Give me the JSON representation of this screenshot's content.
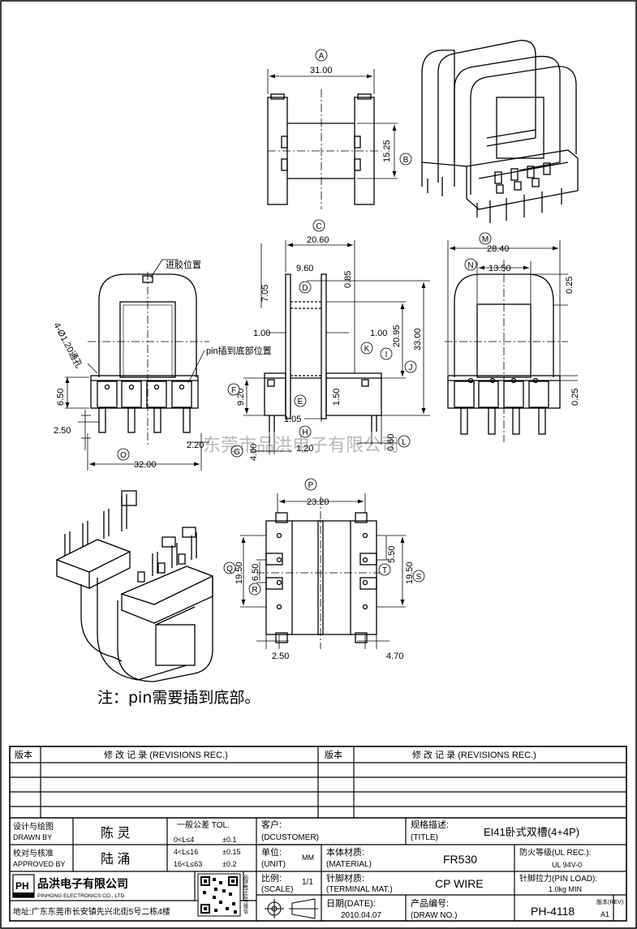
{
  "drawing": {
    "watermark": "东莞市品洪电子有限公司",
    "note": "注：pin需要插到底部。",
    "callouts": {
      "gate": "进胶位置",
      "pin_hole": "4-Ø1.20通孔",
      "pin_insert": "pin插到底部位置"
    },
    "dims": {
      "A": "31.00",
      "B": "15.25",
      "C": "20.60",
      "D": "9.60",
      "d_085": "0.85",
      "d_705": "7.05",
      "d_100a": "1.00",
      "d_100b": "1.00",
      "I": "20.95",
      "J": "33.00",
      "F": "9.20",
      "E": "1.50",
      "d_105": "1.05",
      "H": "1.20",
      "G": "4.00",
      "L": "0.60",
      "d_650": "6.50",
      "d_250": "2.50",
      "d_220": "2.20",
      "O": "32.00",
      "M": "28.40",
      "N": "13.50",
      "d_025a": "0.25",
      "d_025b": "0.25",
      "P": "23.20",
      "Q": "19.50",
      "R": "6.50",
      "T": "5.50",
      "S": "19.50",
      "d_250b": "2.50",
      "d_470": "4.70"
    },
    "letters": [
      "A",
      "B",
      "C",
      "D",
      "I",
      "J",
      "F",
      "E",
      "H",
      "G",
      "L",
      "O",
      "M",
      "N",
      "P",
      "Q",
      "R",
      "T",
      "S",
      "K"
    ]
  },
  "title_block": {
    "rev_header_left": "版本",
    "rev_title_left": "修 改 记 录 (REVISIONS REC.)",
    "rev_header_right": "版本",
    "rev_title_right": "修 改 记 录 (REVISIONS REC.)",
    "designer_label": "设计与绘图\nDRAWN BY",
    "designer_name": "陈 灵",
    "approver_label": "校对与核准\nAPPROVED BY",
    "approver_name": "陆 涌",
    "tol_title": "一般公差 TOL.",
    "tol_rows": [
      {
        "range": "0<L≤4",
        "tol": "±0.1"
      },
      {
        "range": "4<L≤16",
        "tol": "±0.15"
      },
      {
        "range": "16<L≤63",
        "tol": "±0.2"
      }
    ],
    "customer_label": "客户:",
    "customer_sub": "(DCUSTOMER)",
    "title_label": "规格描述:",
    "title_sub": "(TITLE)",
    "title_value": "EI41卧式双槽(4+4P)",
    "unit_label": "单位:",
    "unit_sub": "(UNIT)",
    "unit_value": "MM",
    "material_label": "本体材质:",
    "material_sub": "(MATERIAL)",
    "material_value": "FR530",
    "ul_label": "防火等级(UL REC.):",
    "ul_value": "UL 94V-0",
    "scale_label": "比例:",
    "scale_sub": "(SCALE)",
    "scale_value": "1/1",
    "terminal_label": "针脚材质:",
    "terminal_sub": "(TERMINAL MAT.)",
    "terminal_value": "CP WIRE",
    "pinload_label": "针脚拉力(PIN LOAD):",
    "pinload_value": "1.0kg MIN",
    "date_label": "日期(DATE):",
    "date_value": "2010.04.07",
    "drawno_label": "产品编号:",
    "drawno_sub": "(DRAW NO.)",
    "drawno_value": "PH-4118",
    "rev_label": "版本(REV):",
    "rev_value": "A1",
    "company_cn": "品洪电子有限公司",
    "company_en": "PINHONG ELECTRONICS CO., LTD.",
    "address": "地址:广东东莞市长安镇先兴北街5号二栋4楼",
    "qr_side": "品洪电子官方微信"
  }
}
